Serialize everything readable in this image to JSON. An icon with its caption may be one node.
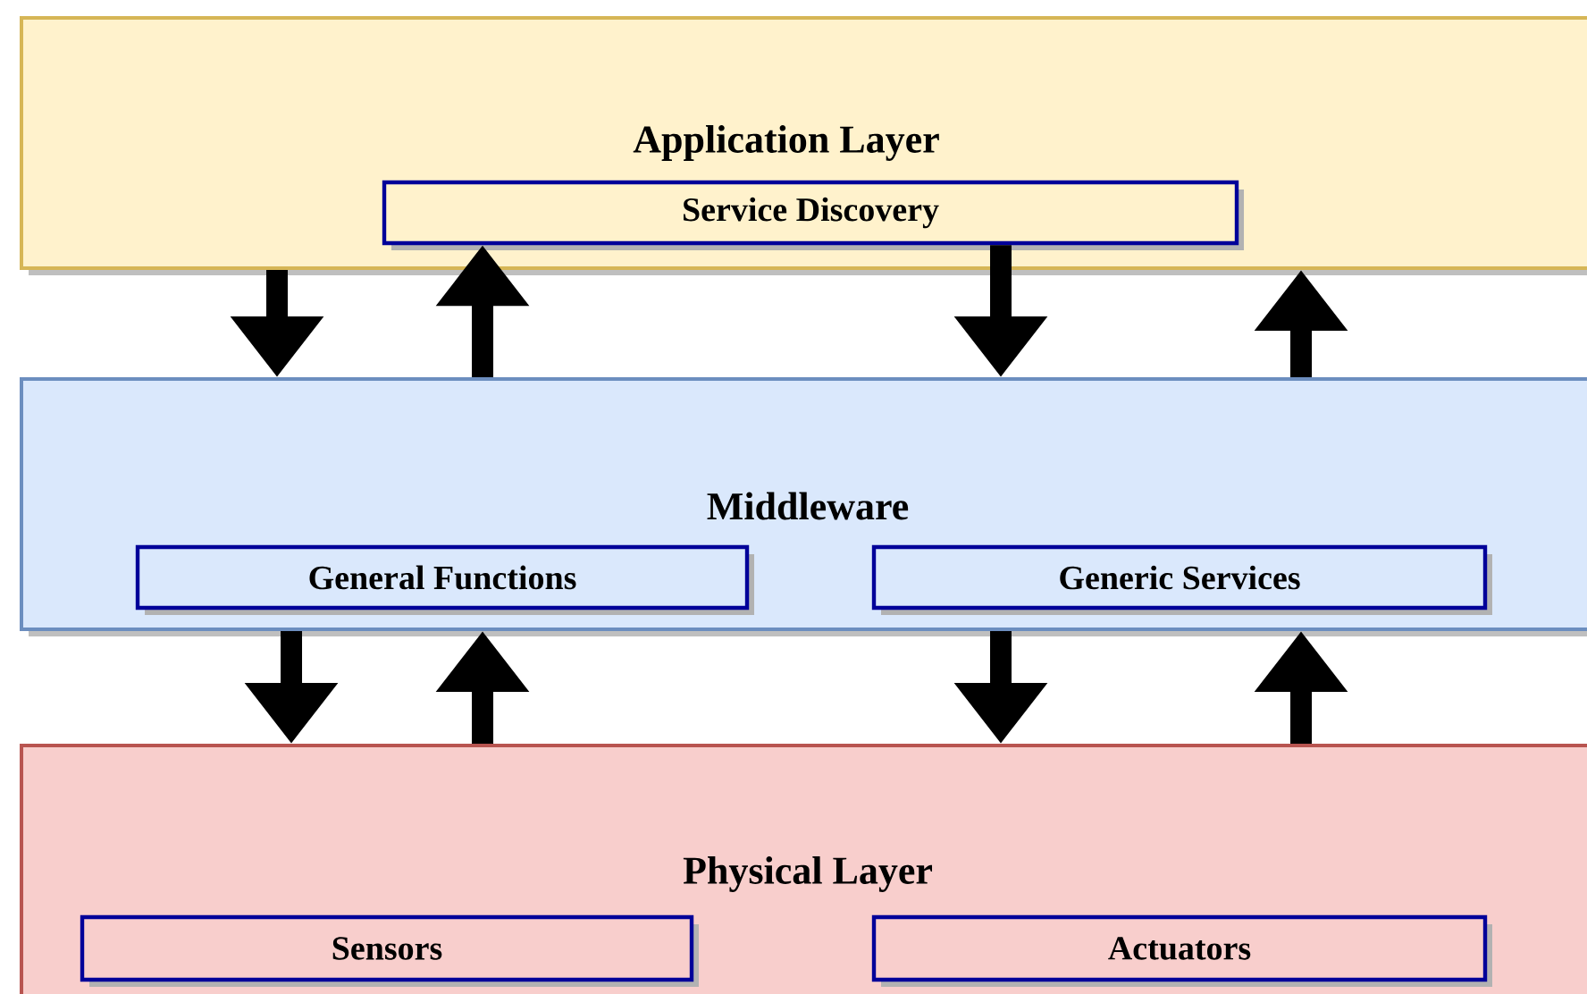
{
  "diagram": {
    "nodes": [
      {
        "text": [
          "Application Layer"
        ]
      },
      {
        "text": [
          "Service Discovery"
        ],
        "in": 0
      },
      {
        "text": [
          "Middleware"
        ]
      },
      {
        "text": [
          "General Functions"
        ],
        "in": 2
      },
      {
        "text": [
          "Generic Services"
        ],
        "in": 2
      },
      {
        "text": [
          "Physical Layer"
        ]
      },
      {
        "text": [
          "Sensors"
        ],
        "in": 5
      },
      {
        "text": [
          "Actuators"
        ],
        "in": 5
      }
    ],
    "edges": [
      {
        "from": 0,
        "to": 2,
        "arrow": "to"
      },
      {
        "from": 2,
        "to": 1,
        "arrow": "to"
      },
      {
        "from": 1,
        "to": 2,
        "arrow": "to"
      },
      {
        "from": 2,
        "to": 0,
        "arrow": "to"
      },
      {
        "from": 2,
        "to": 5,
        "arrow": "to"
      },
      {
        "from": 5,
        "to": 2,
        "arrow": "to"
      },
      {
        "from": 2,
        "to": 5,
        "arrow": "to"
      },
      {
        "from": 5,
        "to": 2,
        "arrow": "to"
      }
    ]
  }
}
